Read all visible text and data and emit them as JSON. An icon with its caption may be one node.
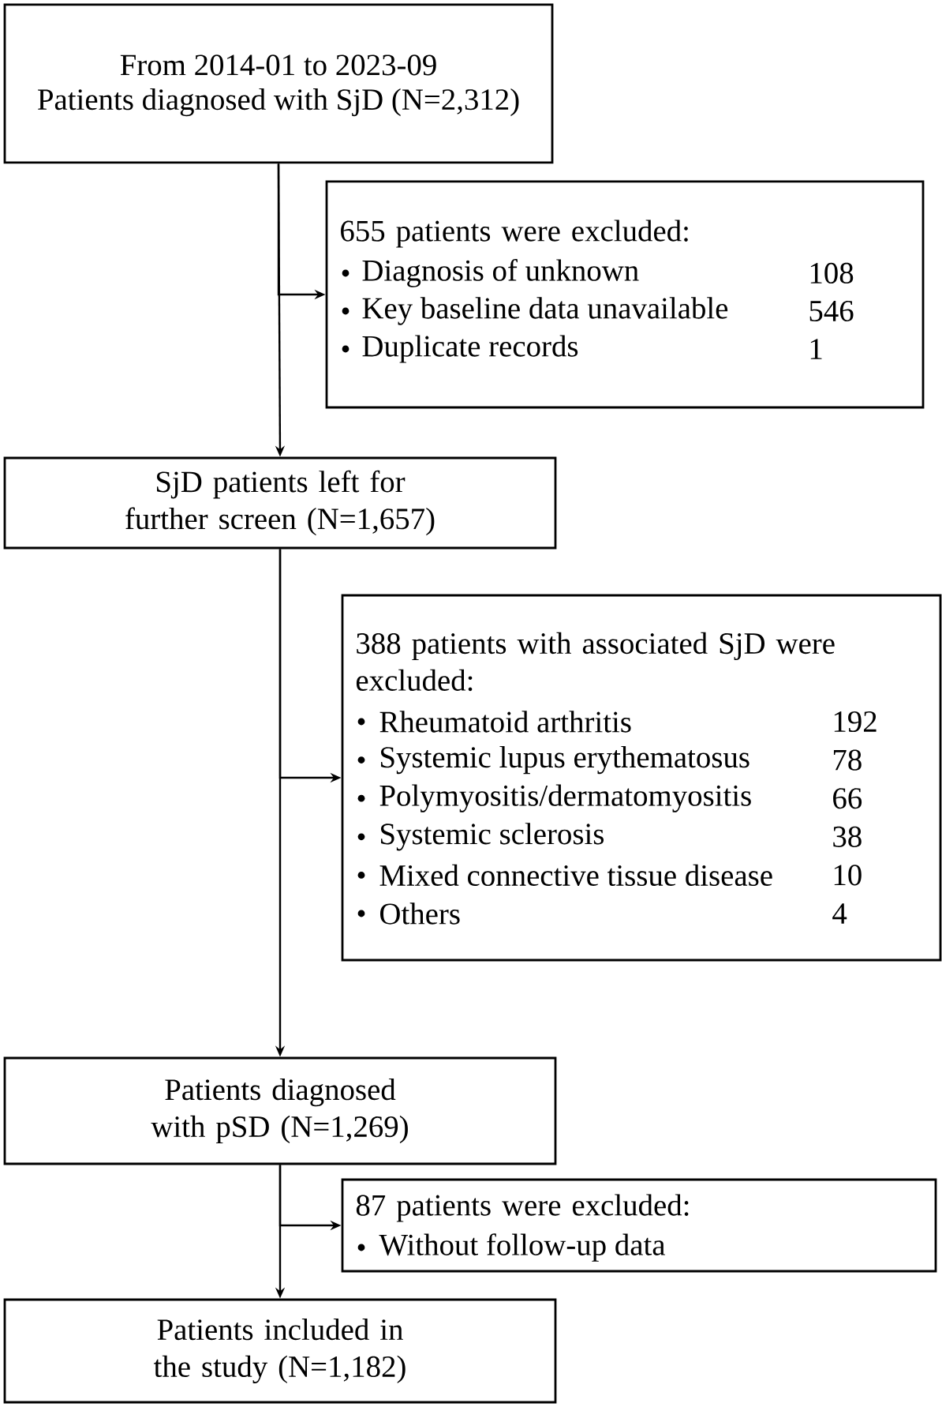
{
  "diagram": {
    "nodes": [
      {
        "text": [
          "From 2014-01 to 2023-09",
          "Patients diagnosed with SjD (N=2,312)"
        ]
      },
      {
        "text": [
          "655 patients were excluded:",
          "Diagnosis of unknown",
          "108",
          "Key baseline data unavailable",
          "546",
          "Duplicate records",
          "1"
        ]
      },
      {
        "text": [
          "SjD patients left for further screen (N=1,657)"
        ]
      },
      {
        "text": [
          "388 patients with associated SjD were excluded:",
          "Rheumatoid arthritis",
          "192",
          "Systemic lupus erythematosus",
          "78",
          "Polymyositis/dermatomyositis",
          "66",
          "Systemic sclerosis",
          "38",
          "Mixed connective tissue disease",
          "10",
          "Others",
          "4"
        ]
      },
      {
        "text": [
          "Patients diagnosed with pSD (N=1,269)"
        ]
      },
      {
        "text": [
          "87 patients were excluded:",
          "Without follow-up data"
        ]
      },
      {
        "text": [
          "Patients included in the study (N=1,182)"
        ]
      }
    ],
    "edges": [
      {
        "from": 0,
        "to": 2,
        "arrow": "to"
      },
      {
        "from": 0,
        "to": 1,
        "arrow": "to"
      },
      {
        "from": 2,
        "to": 4,
        "arrow": "to"
      },
      {
        "from": 2,
        "to": 3,
        "arrow": "to"
      },
      {
        "from": 4,
        "to": 6,
        "arrow": "to"
      },
      {
        "from": 4,
        "to": 5,
        "arrow": "to"
      }
    ]
  }
}
